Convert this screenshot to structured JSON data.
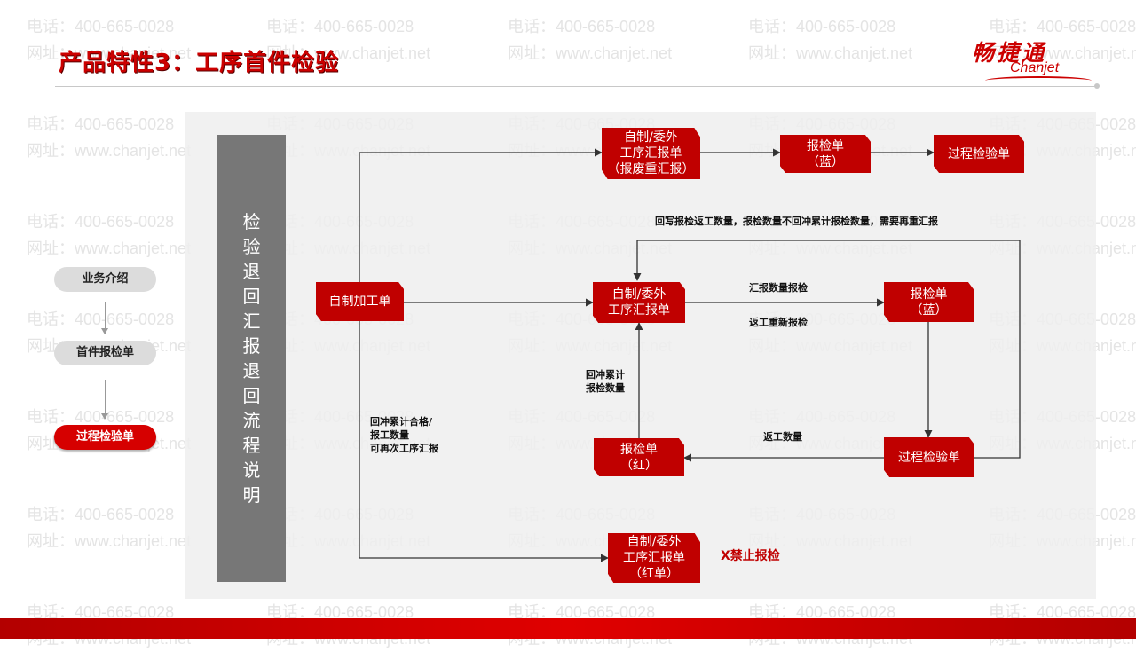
{
  "watermark": {
    "phone": "电话：400-665-0028",
    "site": "网址：www.chanjet.net"
  },
  "header": {
    "title": "产品特性3：工序首件检验",
    "logo_cn": "畅捷通",
    "logo_en": "Chanjet"
  },
  "nav": {
    "items": [
      {
        "label": "业务介绍"
      },
      {
        "label": "首件报检单"
      },
      {
        "label": "过程检验单"
      }
    ]
  },
  "diagram": {
    "sidebar_title": "检验退回汇报退回流程说明",
    "nodes": {
      "self_processing": "自制加工单",
      "report_rework": "自制/委外\n工序汇报单\n（报废重汇报）",
      "inspect_blue_top": "报检单\n（蓝）",
      "process_inspect_top": "过程检验单",
      "report_main": "自制/委外\n工序汇报单",
      "inspect_blue_mid": "报检单\n（蓝）",
      "process_inspect_mid": "过程检验单",
      "inspect_red": "报检单\n（红）",
      "report_red": "自制/委外\n工序汇报单\n（红单）"
    },
    "labels": {
      "writeback": "回写报检返工数量，报检数量不回冲累计报检数量，需要再重汇报",
      "report_qty": "汇报数量报检",
      "rework_reinspect": "返工重新报检",
      "rework_qty": "返工数量",
      "writeback_cumulative": "回冲累计\n报检数量",
      "writeback_qualified": "回冲累计合格/\n报工数量\n可再次工序汇报",
      "forbid": "X禁止报检"
    }
  }
}
